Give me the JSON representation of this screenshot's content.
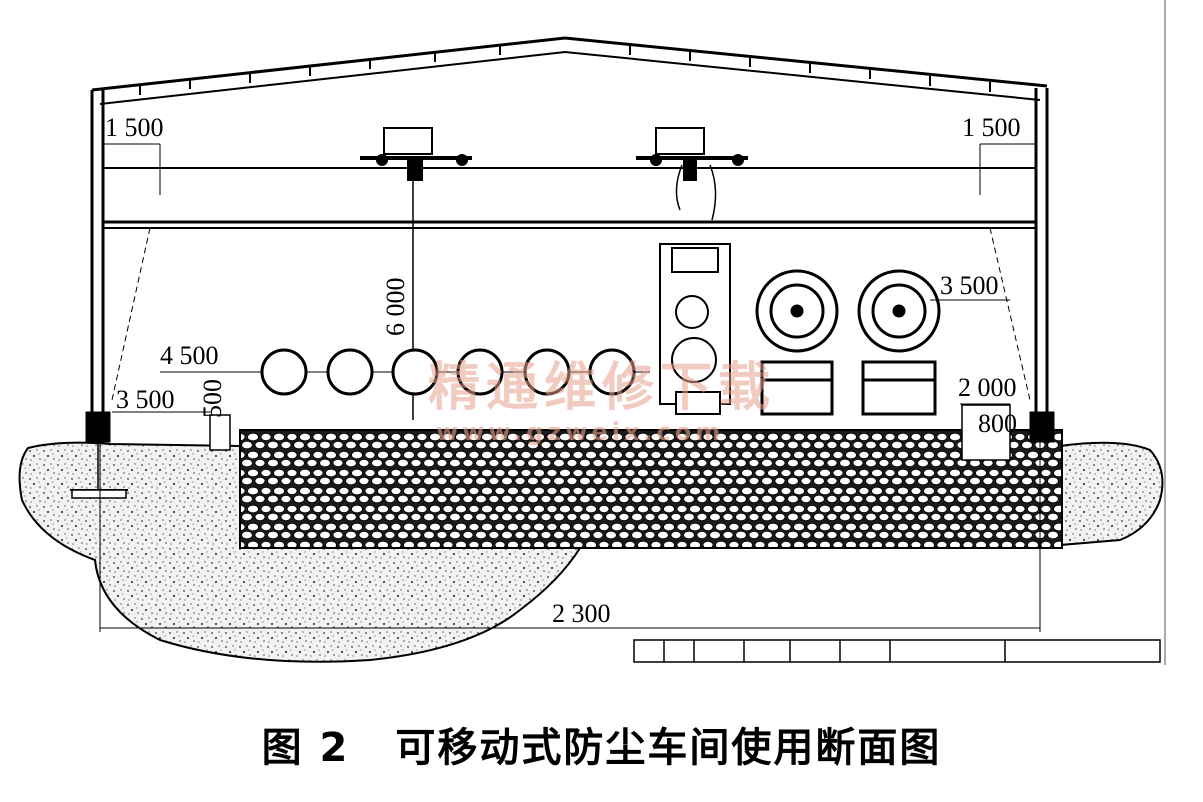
{
  "figure": {
    "caption_number": "图 2",
    "caption_text": "可移动式防尘车间使用断面图"
  },
  "dimensions": {
    "top_left_span": "1 500",
    "top_right_span": "1 500",
    "height": "6 000",
    "wheel_row_span": "4 500",
    "left_offset": "3 500",
    "left_small": "500",
    "right_fan_span": "3 500",
    "right_lower": "2 000",
    "right_small": "800",
    "overall_span": "2 300"
  },
  "watermark": {
    "text": "精通维修下载",
    "url": "www.gzweix.com"
  }
}
